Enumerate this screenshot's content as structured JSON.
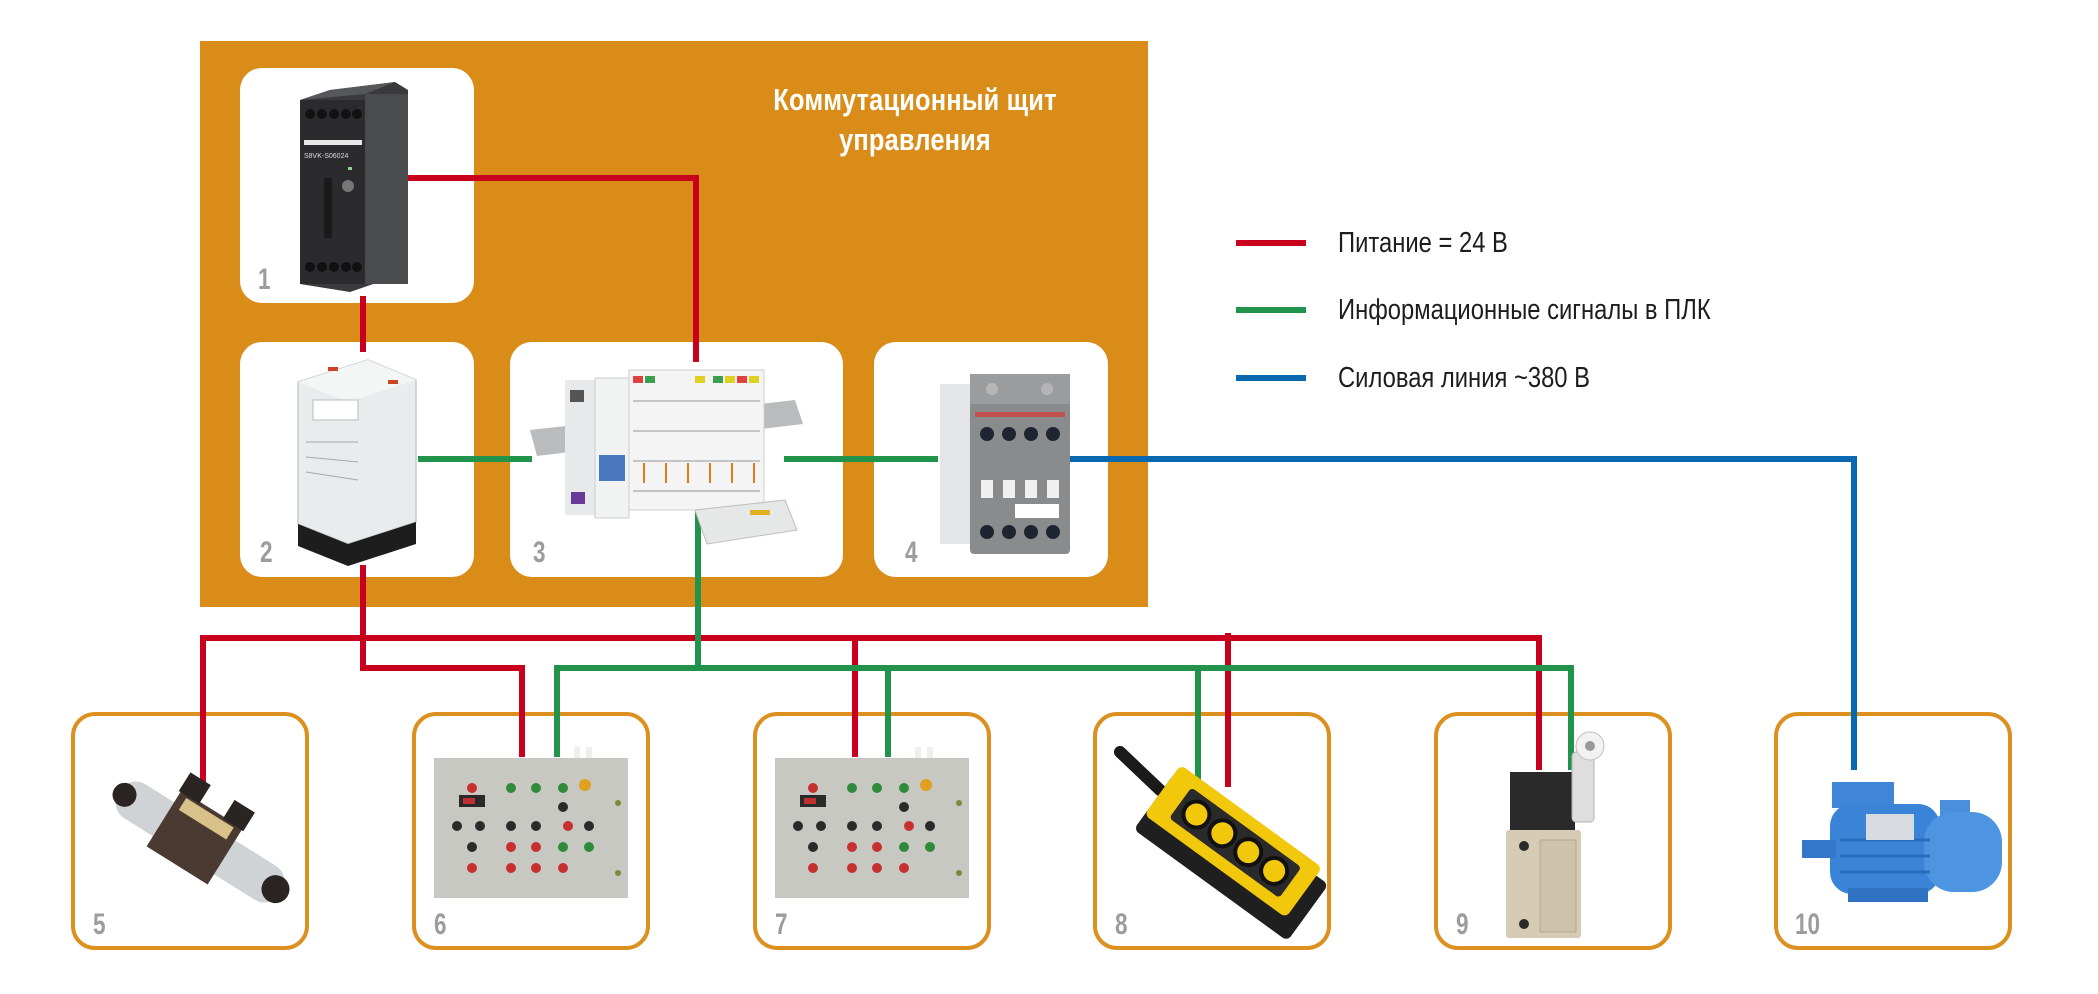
{
  "title": {
    "line1": "Коммутационный щит",
    "line2": "управления"
  },
  "colors": {
    "panel": "#DA8C19",
    "outline": "#DC9020",
    "power": "#C8001E",
    "signal": "#22934A",
    "mains": "#0868B0",
    "label": "#9c9c9c"
  },
  "legend": [
    {
      "key": "power",
      "label": "Питание = 24 В",
      "color": "#C8001E"
    },
    {
      "key": "signal",
      "label": "Информационные сигналы в ПЛК",
      "color": "#22934A"
    },
    {
      "key": "mains",
      "label": "Силовая линия ~380 В",
      "color": "#0868B0"
    }
  ],
  "cabinet_devices": [
    {
      "number": "1",
      "device": "power-supply",
      "caption": "S8VK-S06024"
    },
    {
      "number": "2",
      "device": "relay"
    },
    {
      "number": "3",
      "device": "plc"
    },
    {
      "number": "4",
      "device": "contactor"
    }
  ],
  "field_devices": [
    {
      "number": "5",
      "device": "solenoid-valve"
    },
    {
      "number": "6",
      "device": "control-panel"
    },
    {
      "number": "7",
      "device": "control-panel"
    },
    {
      "number": "8",
      "device": "pendant-control"
    },
    {
      "number": "9",
      "device": "limit-switch"
    },
    {
      "number": "10",
      "device": "electric-motor"
    }
  ],
  "connections": [
    {
      "from": "1",
      "to": "2",
      "type": "power"
    },
    {
      "from": "1",
      "to": "3",
      "type": "power"
    },
    {
      "from": "2",
      "to": "3",
      "type": "signal"
    },
    {
      "from": "3",
      "to": "4",
      "type": "signal"
    },
    {
      "from": "4",
      "to": "10",
      "type": "mains"
    },
    {
      "from": "2",
      "to": "6",
      "type": "power"
    },
    {
      "from": "power-bus",
      "to": "5",
      "type": "power"
    },
    {
      "from": "power-bus",
      "to": "7",
      "type": "power"
    },
    {
      "from": "power-bus",
      "to": "8",
      "type": "power"
    },
    {
      "from": "power-bus",
      "to": "9",
      "type": "power"
    },
    {
      "from": "3",
      "to": "6",
      "type": "signal"
    },
    {
      "from": "3",
      "to": "7",
      "type": "signal"
    },
    {
      "from": "3",
      "to": "8",
      "type": "signal"
    },
    {
      "from": "3",
      "to": "9",
      "type": "signal"
    }
  ]
}
